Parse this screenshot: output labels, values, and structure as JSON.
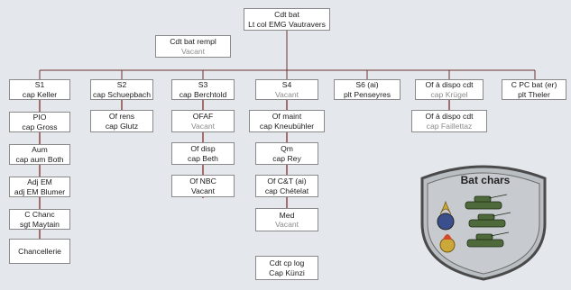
{
  "org": {
    "commander": {
      "line1": "Cdt bat",
      "line2": "Lt col EMG Vautravers"
    },
    "deputy": {
      "line1": "Cdt bat rempl",
      "line2": "Vacant"
    },
    "s1": {
      "head": {
        "line1": "S1",
        "line2": "cap Keller"
      },
      "items": [
        {
          "line1": "PIO",
          "line2": "cap Gross"
        },
        {
          "line1": "Aum",
          "line2": "cap aum Both"
        },
        {
          "line1": "Adj EM",
          "line2": "adj EM Blumer"
        },
        {
          "line1": "C Chanc",
          "line2": "sgt Maytain"
        },
        {
          "line1": "Chancellerie"
        }
      ]
    },
    "s2": {
      "head": {
        "line1": "S2",
        "line2": "cap Schuepbach"
      },
      "items": [
        {
          "line1": "Of rens",
          "line2": "cap Glutz"
        }
      ]
    },
    "s3": {
      "head": {
        "line1": "S3",
        "line2": "cap Berchtold"
      },
      "items": [
        {
          "line1": "OFAF",
          "line2": "Vacant"
        },
        {
          "line1": "Of disp",
          "line2": "cap Beth"
        },
        {
          "line1": "Of NBC",
          "line2": "Vacant"
        }
      ]
    },
    "s4": {
      "head": {
        "line1": "S4",
        "line2": "Vacant"
      },
      "items": [
        {
          "line1": "Of maint",
          "line2": "cap Kneubühler"
        },
        {
          "line1": "Qm",
          "line2": "cap Rey"
        },
        {
          "line1": "Of C&T (ai)",
          "line2": "cap Chételat"
        },
        {
          "line1": "Med",
          "line2": "Vacant"
        }
      ]
    },
    "s6": {
      "head": {
        "line1": "S6 (ai)",
        "line2": "plt Penseyres"
      }
    },
    "of_dispo": {
      "head": {
        "line1": "Of à dispo cdt",
        "line2": "cap Krügel"
      },
      "items": [
        {
          "line1": "Of à dispo cdt",
          "line2": "cap Faillettaz"
        }
      ]
    },
    "cpc": {
      "head": {
        "line1": "C PC bat (er)",
        "line2": "plt Theler"
      }
    },
    "log": {
      "line1": "Cdt cp log",
      "line2": "Cap Künzi"
    }
  },
  "badge": {
    "title": "Bat chars"
  },
  "colors": {
    "connector": "#7a1e1e",
    "muted_text": "#8c8c8c",
    "box_border": "#8a8a8a"
  }
}
